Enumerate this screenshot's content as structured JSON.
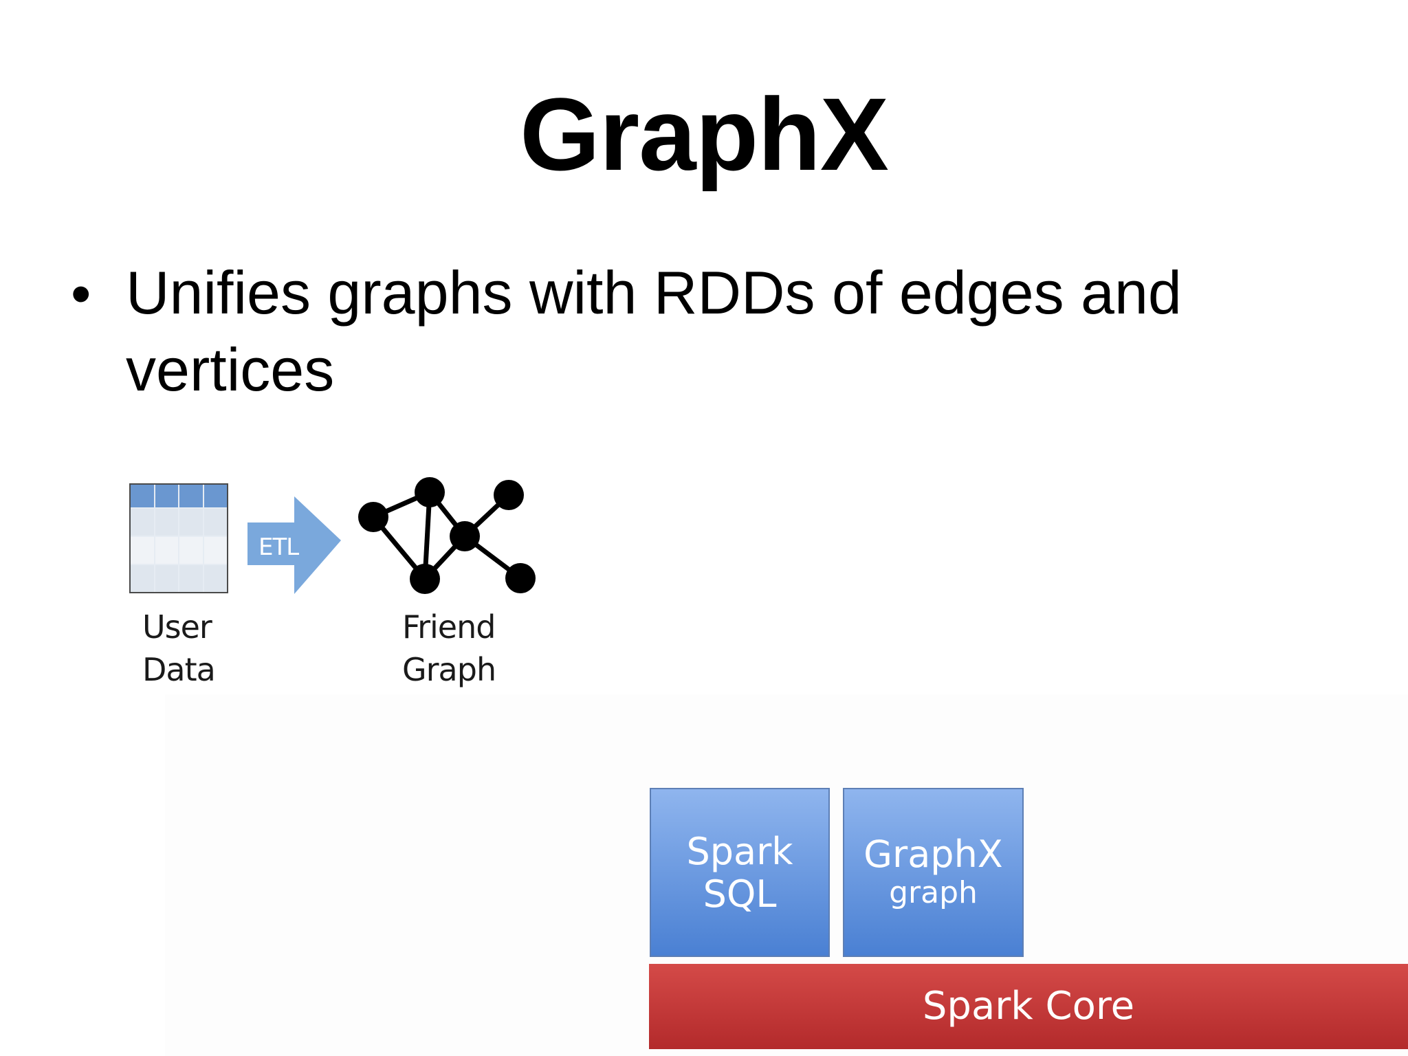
{
  "slide": {
    "title": "GraphX",
    "bullet_symbol": "•",
    "bullet_text": "Unifies graphs with RDDs of edges and vertices"
  },
  "etl_diagram": {
    "arrow_label": "ETL",
    "source_caption_line1": "User",
    "source_caption_line2": "Data",
    "target_caption_line1": "Friend",
    "target_caption_line2": "Graph",
    "colors": {
      "table_header": "#6a97d0",
      "arrow": "#7aa8dc",
      "graph_nodes": "#000000"
    }
  },
  "stack": {
    "sql_line1": "Spark",
    "sql_line2": "SQL",
    "graphx_line1": "GraphX",
    "graphx_line2": "graph",
    "core_label": "Spark Core",
    "colors": {
      "library_block": "#6a97e0",
      "core_block": "#c23a39"
    }
  }
}
